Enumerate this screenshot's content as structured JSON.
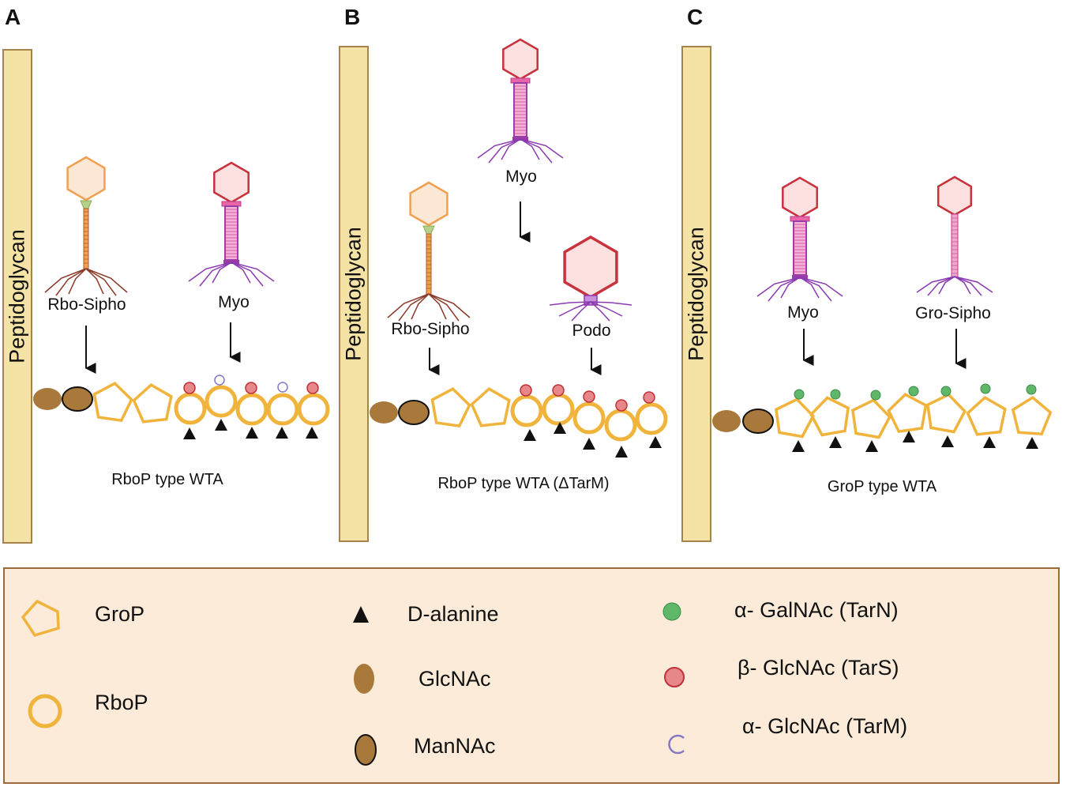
{
  "panels": {
    "a": {
      "label": "A",
      "wall_text": "Peptidoglycan",
      "phage_labels": [
        "Rbo-Sipho",
        "Myo"
      ],
      "caption": "RboP type WTA"
    },
    "b": {
      "label": "B",
      "wall_text": "Peptidoglycan",
      "phage_labels": [
        "Myo",
        "Rbo-Sipho",
        "Podo"
      ],
      "caption": "RboP type WTA (ΔTarM)"
    },
    "c": {
      "label": "C",
      "wall_text": "Peptidoglycan",
      "phage_labels": [
        "Myo",
        "Gro-Sipho"
      ],
      "caption": "GroP type WTA"
    }
  },
  "legend": {
    "items": [
      {
        "icon": "pentagon-icon",
        "label": "GroP"
      },
      {
        "icon": "ring-icon",
        "label": "RboP"
      },
      {
        "icon": "triangle-icon",
        "label": "D-alanine"
      },
      {
        "icon": "oval-icon",
        "label": "GlcNAc"
      },
      {
        "icon": "oval-outlined-icon",
        "label": "ManNAc"
      },
      {
        "icon": "green-dot-icon",
        "label": "α- GalNAc (TarN)"
      },
      {
        "icon": "red-dot-icon",
        "label": "β- GlcNAc (TarS)"
      },
      {
        "icon": "open-circle-icon",
        "label": "α- GlcNAc (TarM)"
      }
    ]
  },
  "colors": {
    "peptidoglycan_fill": "#f5e2a5",
    "peptidoglycan_border": "#a5834a",
    "wta_yellow": "#f0b43c",
    "glcnac_brown": "#a8793a",
    "galnac_green": "#5fb86a",
    "glcnac_red": "#e8878a",
    "tarm_purple": "#8478c4",
    "legend_fill": "#fbebd8",
    "legend_border": "#9c6a3a",
    "sipho_orange": "#f0a050",
    "myo_red": "#c8323c",
    "myo_purple": "#9a3ca8"
  }
}
